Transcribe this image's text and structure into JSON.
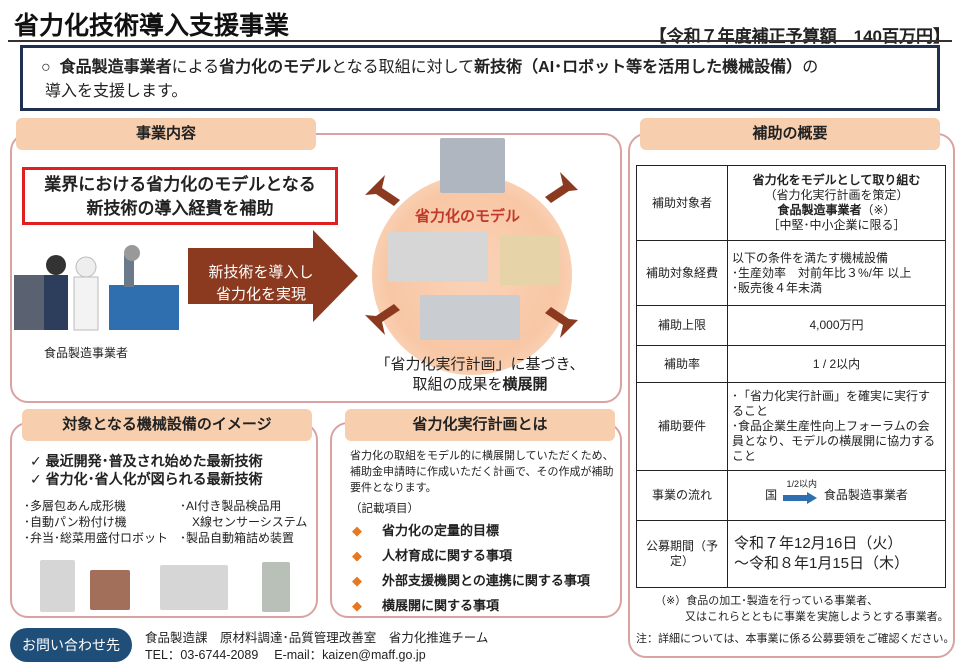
{
  "title": "省力化技術導入支援事業",
  "budget": "【令和７年度補正予算額　140百万円】",
  "lead": {
    "bullet": "○",
    "p1": "食品製造事業者",
    "p2": "による",
    "p3": "省力化のモデル",
    "p4": "となる取組に対して",
    "p5": "新技術（AI･ロボット等を活用した機械設備）",
    "p6": "の",
    "line2": "導入を支援します。"
  },
  "business": {
    "tab": "事業内容",
    "red_line1": "業界における省力化のモデルとなる",
    "red_line2": "新技術の導入経費を補助",
    "arrow_line1": "新技術を導入し",
    "arrow_line2": "省力化を実現",
    "operator_label": "食品製造事業者",
    "model_label": "省力化のモデル",
    "caption1": "「省力化実行計画」に基づき、",
    "caption2a": "取組の成果を",
    "caption2b": "横展開"
  },
  "equipment": {
    "tab": "対象となる機械設備のイメージ",
    "checks": [
      "✓ 最近開発･普及され始めた最新技術",
      "✓ 省力化･省人化が図られる最新技術"
    ],
    "left_items": [
      "･多層包あん成形機",
      "･自動パン粉付け機",
      "･弁当･総菜用盛付ロボット"
    ],
    "right_items": [
      "･AI付き製品検品用",
      "　X線センサーシステム",
      "･製品自動箱詰め装置"
    ]
  },
  "plan": {
    "tab": "省力化実行計画とは",
    "desc": "省力化の取組をモデル的に横展開していただくため、補助金申請時に作成いただく計画で、その作成が補助要件となります。",
    "items_label": "（記載項目）",
    "items": [
      "省力化の定量的目標",
      "人材育成に関する事項",
      "外部支援機関との連携に関する事項",
      "横展開に関する事項"
    ],
    "bullet": "◆"
  },
  "overview": {
    "tab": "補助の概要",
    "rows": [
      {
        "h": "補助対象者",
        "l1": "省力化をモデルとして取り組む",
        "l2": "（省力化実行計画を策定）",
        "l3a": "食品製造事業者",
        "l3b": "（※）",
        "l4": "［中堅･中小企業に限る］"
      },
      {
        "h": "補助対象経費",
        "l1": "以下の条件を満たす機械設備",
        "l2": "･生産効率　対前年比３%/年 以上",
        "l3": "･販売後４年未満"
      },
      {
        "h": "補助上限",
        "v": "4,000万円"
      },
      {
        "h": "補助率",
        "v": "1 / 2以内"
      },
      {
        "h": "補助要件",
        "l1": "･「省力化実行計画」を確実に実行すること",
        "l2": "･食品企業生産性向上フォーラムの会員となり、モデルの横展開に協力すること"
      },
      {
        "h": "事業の流れ",
        "from": "国",
        "rate": "1/2以内",
        "to": "食品製造事業者"
      },
      {
        "h": "公募期間（予定）",
        "l1": "令和７年12月16日（火）",
        "l2": "～令和８年1月15日（木）"
      }
    ],
    "note1": "（※）食品の加工･製造を行っている事業者、",
    "note2": "又はこれらとともに事業を実施しようとする事業者。",
    "note3": "注：詳細については、本事業に係る公募要領をご確認ください。"
  },
  "contact": {
    "button": "お問い合わせ先",
    "dept": "食品製造課　原材料調達･品質管理改善室　省力化推進チーム",
    "tel": "TEL：03-6744-2089　 E-mail：kaizen@maff.go.jp"
  },
  "colors": {
    "navy": "#1f2f4f",
    "peach": "#f8cfae",
    "border": "#d9a3a3",
    "red": "#e02020",
    "arrow": "#8b3a1f",
    "accent": "#e87722"
  }
}
